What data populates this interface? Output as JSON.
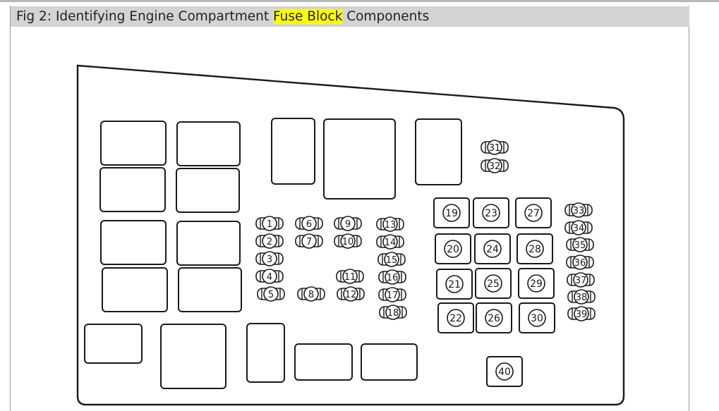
{
  "caption": {
    "prefix": "Fig 2: Identifying Engine Compartment ",
    "highlight": "Fuse Block",
    "suffix": " Components"
  },
  "colors": {
    "caption_bg": "#d4d4d4",
    "highlight": "#ffff00",
    "line": "#1a1a1a"
  },
  "fuse_labels": {
    "mini": [
      "1",
      "2",
      "3",
      "4",
      "5",
      "6",
      "7",
      "8",
      "9",
      "10",
      "11",
      "12",
      "13",
      "14",
      "15",
      "16",
      "17",
      "18",
      "31",
      "32",
      "33",
      "34",
      "35",
      "36",
      "37",
      "38",
      "39"
    ],
    "maxi": [
      "19",
      "20",
      "21",
      "22",
      "23",
      "24",
      "25",
      "26",
      "27",
      "28",
      "29",
      "30",
      "40"
    ]
  }
}
